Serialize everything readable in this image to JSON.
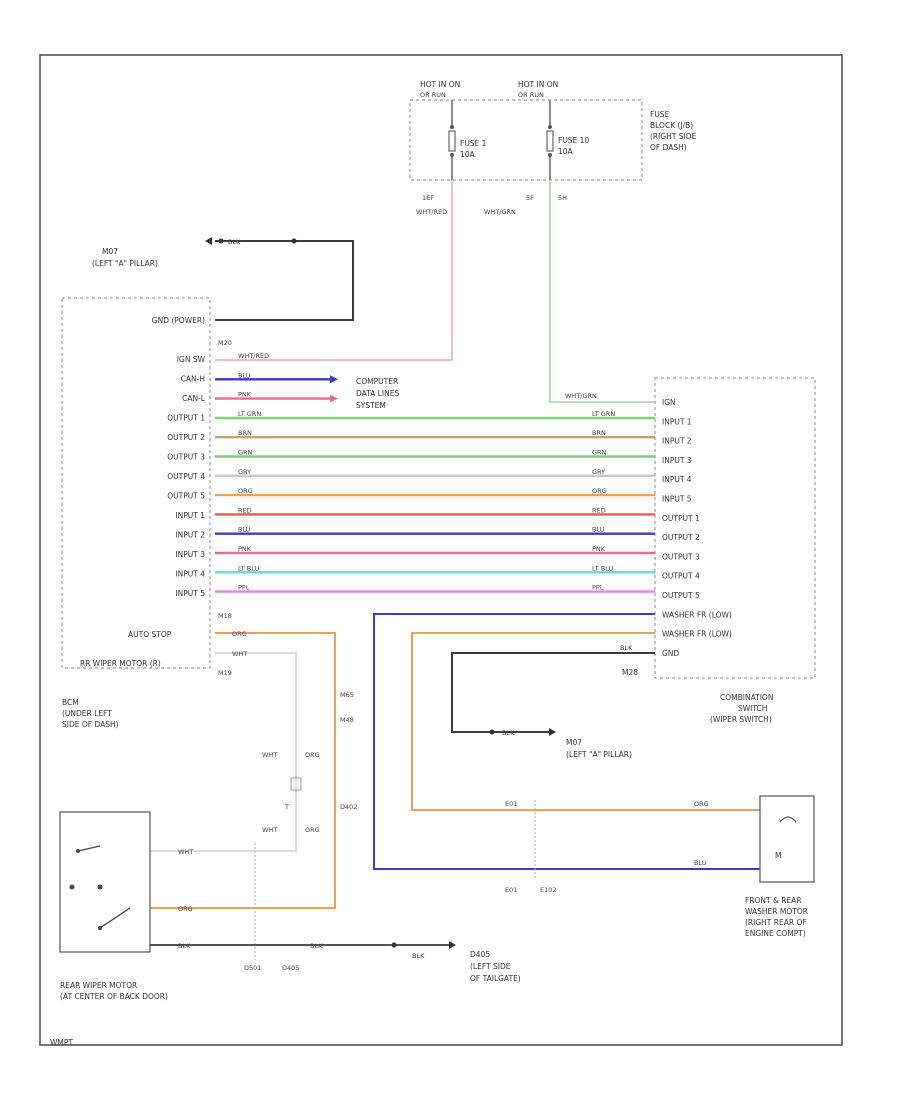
{
  "colors": {
    "BLK": "#3c3c3c",
    "WHT_RED": "#f2a5ad",
    "BLU": "#3a3ad0",
    "PNK": "#ef6a8f",
    "LT_GRN": "#66e066",
    "BRN": "#c8a060",
    "GRN": "#82cc82",
    "GRY": "#c8c8c8",
    "ORG": "#f2a050",
    "RED": "#f05555",
    "LT_BLU": "#55e0e0",
    "PPL": "#f07af0",
    "WHT": "#cfcfcf",
    "WHT_GRN": "#a8d4a0"
  },
  "fuse_hot_labels": [
    "HOT IN ON",
    "HOT IN ON"
  ],
  "fuse_hot_sub": [
    "OR RUN",
    "OR RUN"
  ],
  "fuse1": {
    "name": "FUSE 1",
    "amps": "10A",
    "pin": "1EF",
    "wire": "WHT/RED"
  },
  "fuse2": {
    "name": "FUSE 10",
    "amps": "10A",
    "pin": "5F",
    "pin2": "5H",
    "wire": "WHT/GRN"
  },
  "fuse_block": {
    "lines": [
      "FUSE",
      "BLOCK (J/B)",
      "(RIGHT SIDE",
      "OF DASH)"
    ]
  },
  "ground_m7": {
    "name": "M07",
    "loc": "(LEFT \"A\" PILLAR)",
    "wire": "BLK"
  },
  "bcm": {
    "left_labels": [
      "GND (POWER)",
      "",
      "IGN SW",
      "CAN-H",
      "CAN-L",
      "OUTPUT 1",
      "OUTPUT 2",
      "OUTPUT 3",
      "OUTPUT 4",
      "OUTPUT 5",
      "INPUT 1",
      "INPUT 2",
      "INPUT 3",
      "INPUT 4",
      "INPUT 5",
      ""
    ],
    "connectors": [
      "M20",
      "M18",
      "M19"
    ],
    "auto_stop": "AUTO STOP",
    "rr_wiper": "RR WIPER MOTOR (R)",
    "name_lines": [
      "BCM",
      "(UNDER LEFT",
      "SIDE OF DASH)"
    ]
  },
  "computer_lines": [
    "COMPUTER",
    "DATA LINES",
    "SYSTEM"
  ],
  "wires": [
    {
      "name": "WHT/RED",
      "color": "WHT_RED"
    },
    {
      "name": "BLU",
      "color": "BLU"
    },
    {
      "name": "PNK",
      "color": "PNK"
    },
    {
      "name": "LT GRN",
      "color": "LT_GRN"
    },
    {
      "name": "BRN",
      "color": "BRN"
    },
    {
      "name": "GRN",
      "color": "GRN"
    },
    {
      "name": "GRY",
      "color": "GRY"
    },
    {
      "name": "ORG",
      "color": "ORG"
    },
    {
      "name": "RED",
      "color": "RED"
    },
    {
      "name": "BLU",
      "color": "BLU"
    },
    {
      "name": "PNK",
      "color": "PNK"
    },
    {
      "name": "LT BLU",
      "color": "LT_BLU"
    },
    {
      "name": "PPL",
      "color": "PPL"
    }
  ],
  "combo": {
    "right_labels": [
      "IGN",
      "INPUT 1",
      "INPUT 2",
      "INPUT 3",
      "INPUT 4",
      "INPUT 5",
      "OUTPUT 1",
      "OUTPUT 2",
      "OUTPUT 3",
      "OUTPUT 4",
      "OUTPUT 5",
      "WASHER FR (LOW)",
      "WASHER FR (LOW)",
      "GND",
      "M28"
    ],
    "name_lines": [
      "COMBINATION",
      "SWITCH",
      "(WIPER SWITCH)"
    ]
  },
  "ground_m7b": {
    "name": "M07",
    "loc": "(LEFT \"A\" PILLAR)",
    "wire": "BLK"
  },
  "mid_wires": {
    "wht": "WHT",
    "org": "ORG",
    "conn1": "M65",
    "conn2": "M48",
    "conn3": "D402",
    "wire_t": "T"
  },
  "rear_motor": {
    "label_lines": [
      "REAR WIPER MOTOR",
      "(AT CENTER OF BACK DOOR)"
    ],
    "wires": [
      "WHT",
      "ORG",
      "BLK"
    ],
    "connectors": [
      "D501",
      "D405"
    ]
  },
  "ground_d405": {
    "name": "D405",
    "loc_lines": [
      "(LEFT SIDE",
      "OF TAILGATE)"
    ],
    "wire": "BLK"
  },
  "washer": {
    "label_lines": [
      "FRONT & REAR",
      "WASHER MOTOR",
      "(RIGHT REAR OF",
      "ENGINE COMPT)"
    ],
    "wires": [
      "ORG",
      "BLU"
    ],
    "connectors": [
      "E01",
      "E102"
    ]
  },
  "footer_code": "WMPT"
}
